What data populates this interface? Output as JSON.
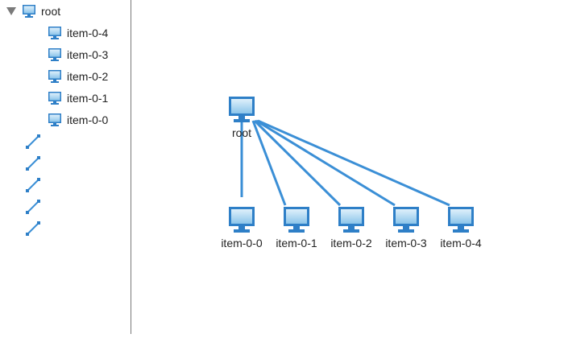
{
  "tree": {
    "root": {
      "label": "root",
      "icon": "monitor-icon",
      "expanded": true
    },
    "children": [
      {
        "label": "item-0-4",
        "icon": "monitor-icon"
      },
      {
        "label": "item-0-3",
        "icon": "monitor-icon"
      },
      {
        "label": "item-0-2",
        "icon": "monitor-icon"
      },
      {
        "label": "item-0-1",
        "icon": "monitor-icon"
      },
      {
        "label": "item-0-0",
        "icon": "monitor-icon"
      }
    ],
    "edges": [
      {
        "icon": "edge-icon"
      },
      {
        "icon": "edge-icon"
      },
      {
        "icon": "edge-icon"
      },
      {
        "icon": "edge-icon"
      },
      {
        "icon": "edge-icon"
      }
    ]
  },
  "graph": {
    "root": {
      "label": "root"
    },
    "children": [
      {
        "label": "item-0-0"
      },
      {
        "label": "item-0-1"
      },
      {
        "label": "item-0-2"
      },
      {
        "label": "item-0-3"
      },
      {
        "label": "item-0-4"
      }
    ],
    "colors": {
      "edge": "#3b8fd6",
      "icon_frame": "#2e7fc7",
      "icon_screen_top": "#dff0fb",
      "icon_screen_bottom": "#8cc5ea",
      "expander": "#7a7a7a"
    }
  }
}
